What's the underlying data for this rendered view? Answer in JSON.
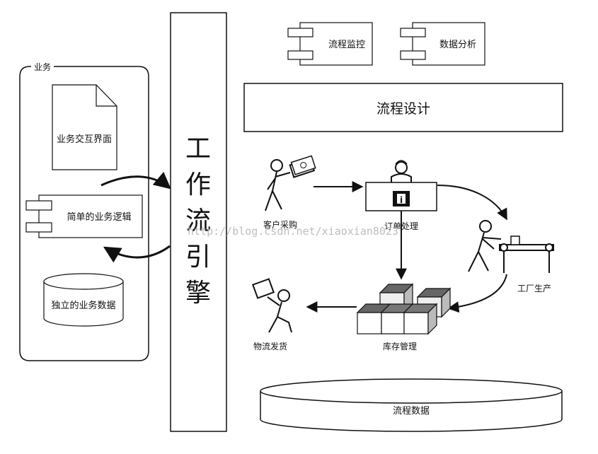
{
  "business_group": {
    "label": "业务",
    "items": {
      "ui_doc": "业务交互界面",
      "logic_component": "简单的业务逻辑",
      "data_store": "独立的业务数据"
    }
  },
  "engine": {
    "chars": [
      "工",
      "作",
      "流",
      "引",
      "擎"
    ]
  },
  "top_components": {
    "monitor": "流程监控",
    "analysis": "数据分析"
  },
  "design_bar": "流程设计",
  "process": {
    "customer": "客户采购",
    "order": "订单处理",
    "factory": "工厂生产",
    "warehouse": "库存管理",
    "logistics": "物流发货"
  },
  "process_db": "流程数据",
  "watermark": "http://blog.csdn.net/xiaoxian8023"
}
